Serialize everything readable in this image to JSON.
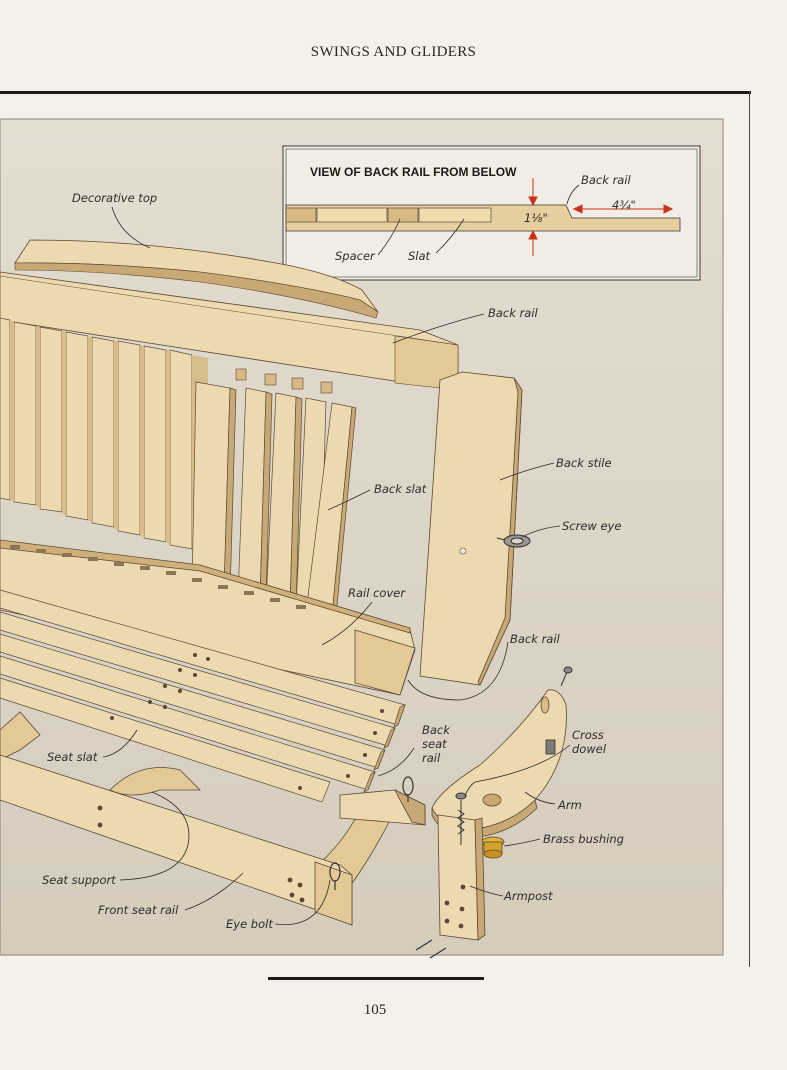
{
  "header": {
    "running_head": "SWINGS AND GLIDERS"
  },
  "inset": {
    "title": "VIEW OF BACK RAIL FROM BELOW",
    "labels": {
      "back_rail": "Back rail",
      "dim_height": "1⅛\"",
      "dim_width": "4¾\"",
      "spacer": "Spacer",
      "slat": "Slat"
    }
  },
  "labels": {
    "decorative_top": "Decorative top",
    "back_rail_top": "Back rail",
    "back_stile": "Back stile",
    "back_slat": "Back slat",
    "screw_eye": "Screw eye",
    "rail_cover": "Rail cover",
    "back_rail_lower": "Back rail",
    "cross_dowel_1": "Cross",
    "cross_dowel_2": "dowel",
    "back_seat_rail_1": "Back",
    "back_seat_rail_2": "seat",
    "back_seat_rail_3": "rail",
    "seat_slat": "Seat slat",
    "arm": "Arm",
    "brass_bushing": "Brass bushing",
    "seat_support": "Seat support",
    "armpost": "Armpost",
    "front_seat_rail": "Front seat rail",
    "eye_bolt": "Eye bolt"
  },
  "footer": {
    "page_number": "105"
  },
  "colors": {
    "panel": "#dcd4c6",
    "wood": "#ecd9b0",
    "wood_shade": "#d6bd8a",
    "wood_dark": "#bc9e68",
    "inset_bg": "#f1ede5",
    "arrow_red": "#c8331f",
    "line": "#2f2b29"
  }
}
